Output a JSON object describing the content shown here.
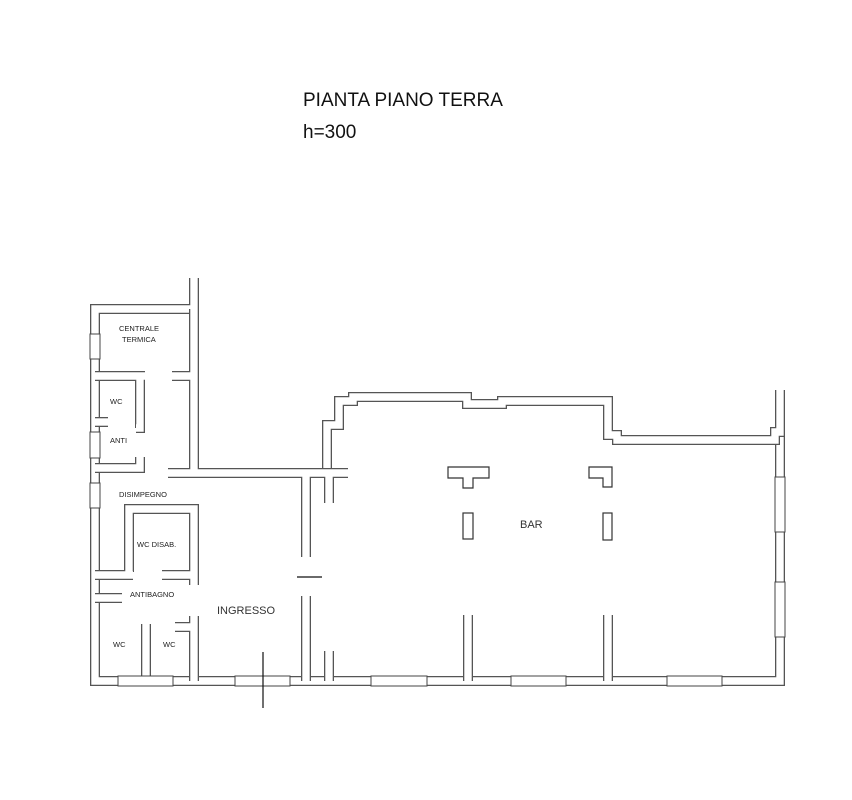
{
  "title": "PIANTA PIANO TERRA",
  "height_note": "h=300",
  "rooms": {
    "centrale_termica_1": "CENTRALE",
    "centrale_termica_2": "TERMICA",
    "wc_top": "WC",
    "anti": "ANTI",
    "disimpegno": "DISIMPEGNO",
    "wc_disab": "WC DISAB.",
    "antibagno": "ANTIBAGNO",
    "wc_left": "WC",
    "wc_right": "WC",
    "ingresso": "INGRESSO",
    "bar": "BAR"
  },
  "colors": {
    "wall": "#555555",
    "text": "#111111"
  }
}
